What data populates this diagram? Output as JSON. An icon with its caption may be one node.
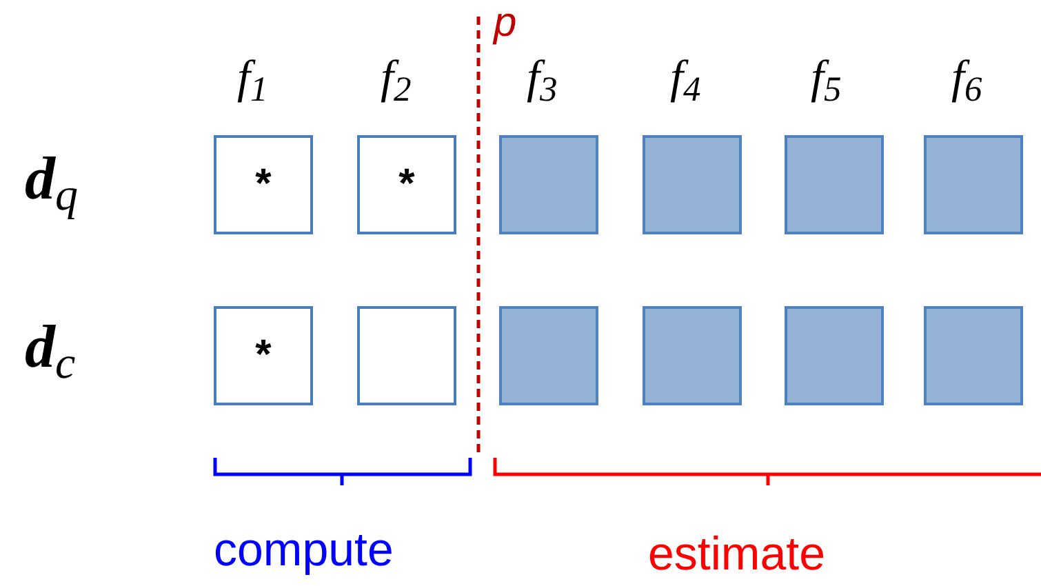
{
  "diagram": {
    "nodes": [
      {
        "text": [
          "*"
        ]
      },
      {
        "text": [
          "*"
        ]
      },
      {
        "text": [],
        "shape": "box"
      },
      {
        "text": [],
        "shape": "box"
      },
      {
        "text": [],
        "shape": "box"
      },
      {
        "text": [],
        "shape": "box"
      },
      {
        "text": [
          "*"
        ]
      },
      {
        "text": [],
        "shape": "box"
      },
      {
        "text": [],
        "shape": "box"
      },
      {
        "text": [],
        "shape": "box"
      },
      {
        "text": [],
        "shape": "box"
      },
      {
        "text": [],
        "shape": "box"
      }
    ],
    "labels": [
      "f$_{1}$",
      "f$_{2}$",
      "p",
      "f$_{3}$",
      "f$_{4}$",
      "f$_{5}$",
      "f$_{6}$",
      "**d**$_{q}$",
      "**d**$_{c}$",
      "compute",
      "estimate"
    ]
  }
}
